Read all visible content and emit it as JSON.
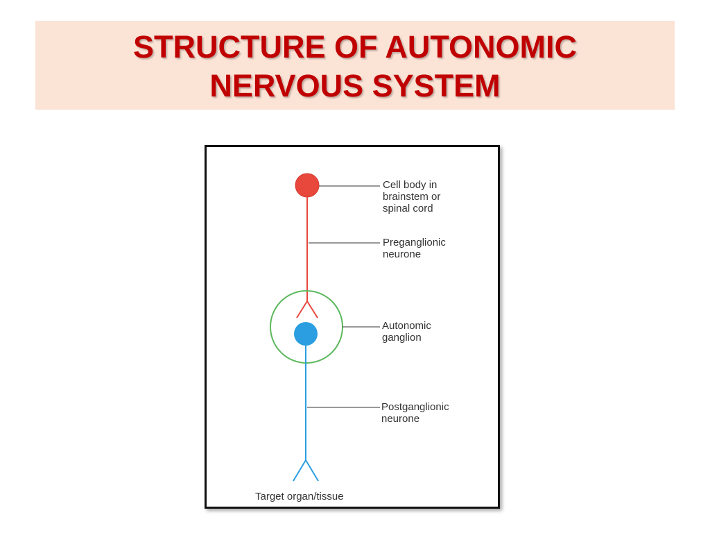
{
  "title": {
    "line1": "STRUCTURE OF AUTONOMIC",
    "line2": "NERVOUS SYSTEM"
  },
  "diagram": {
    "labels": {
      "cell_body": [
        "Cell body in",
        "brainstem or",
        "spinal cord"
      ],
      "preganglionic": [
        "Preganglionic",
        "neurone"
      ],
      "ganglion": [
        "Autonomic",
        "ganglion"
      ],
      "postganglionic": [
        "Postganglionic",
        "neurone"
      ],
      "target": "Target organ/tissue"
    },
    "colors": {
      "preganglionic": "#e8473c",
      "postganglionic": "#2a9ee0",
      "ganglion": "#5cb85c",
      "leader": "#333333",
      "title": "#c00000",
      "title_band": "#fbe3d6"
    }
  }
}
